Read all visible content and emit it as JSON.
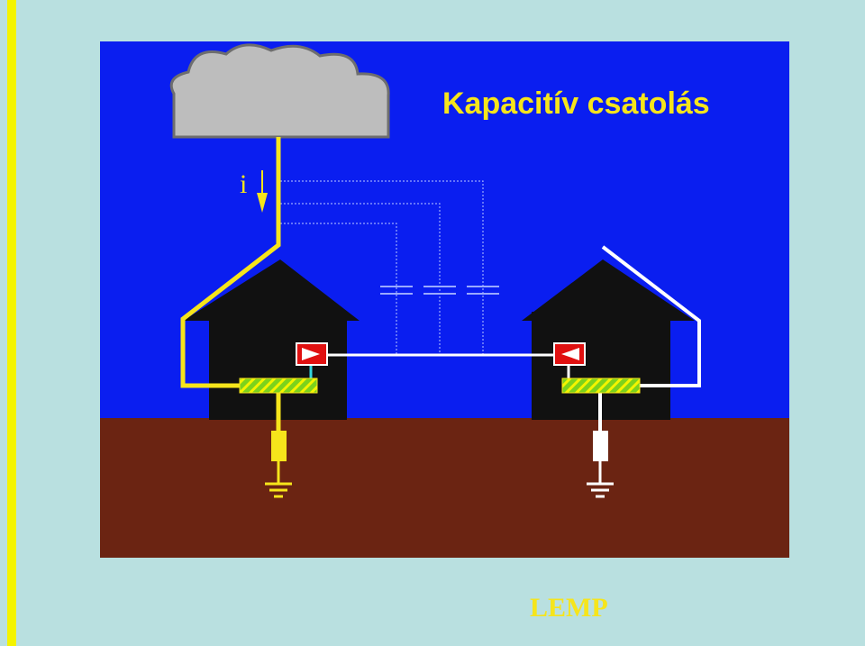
{
  "diagram": {
    "title": "Kapacitív csatolás",
    "current_symbol": "i",
    "footer": "LEMP"
  },
  "colors": {
    "page_background": "#b9e0e0",
    "stripe": "#f4f400",
    "sky": "#0a1ef0",
    "ground": "#6b2412",
    "house": "#111111",
    "cloud": "#bdbdbd",
    "lightning_conductor": "#f6e51b",
    "other_conductor": "#ffffff",
    "device": "#e01010",
    "bonding_bar": "#7cd21c"
  },
  "icons": [
    "cloud-icon",
    "current-arrow-icon",
    "capacitor-icon",
    "surge-protector-icon",
    "ground-symbol-icon",
    "resistor-icon"
  ]
}
